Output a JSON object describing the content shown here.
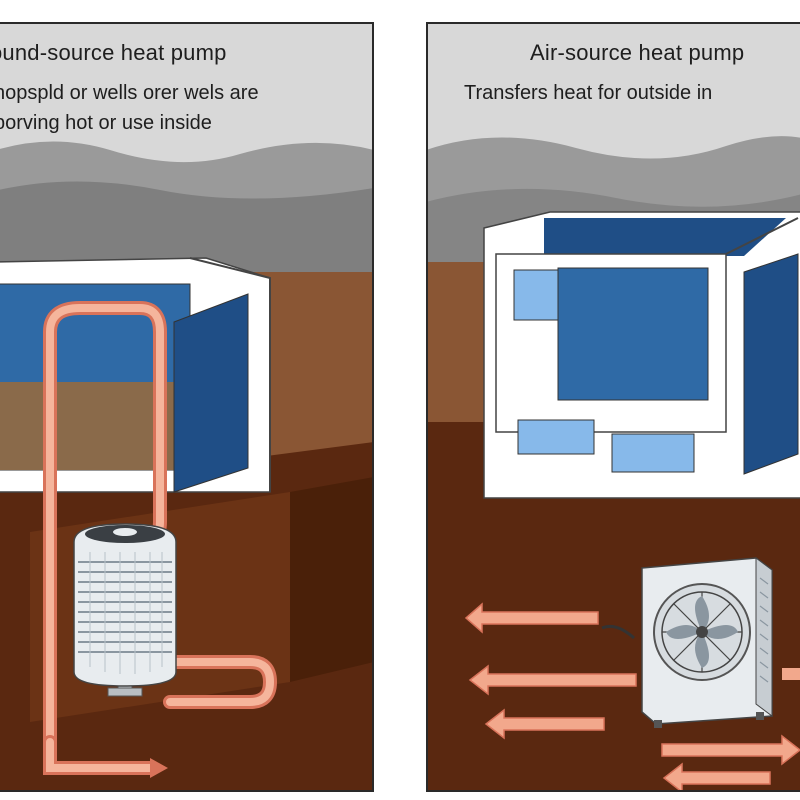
{
  "panels": {
    "ground": {
      "title": "ound-source heat pump",
      "description": "hopspld or wells orer wels are\nborving hot or use inside"
    },
    "air": {
      "title": "Air-source heat pump",
      "description": "Transfers heat for outside in"
    }
  },
  "colors": {
    "sky": "#d9d9d9",
    "hills": "#8f8f8f",
    "soil_surface": "#8a5634",
    "soil_deep": "#5a2810",
    "building_wall": "#ffffff",
    "window_blue": "#1f4e86",
    "window_light": "#87b9ea",
    "pipe": "#f2a88c",
    "unit": "#e8ecef"
  },
  "icons": [
    "heat-pump-unit-icon",
    "fan-icon",
    "arrow-icon",
    "pipe-loop-icon"
  ]
}
